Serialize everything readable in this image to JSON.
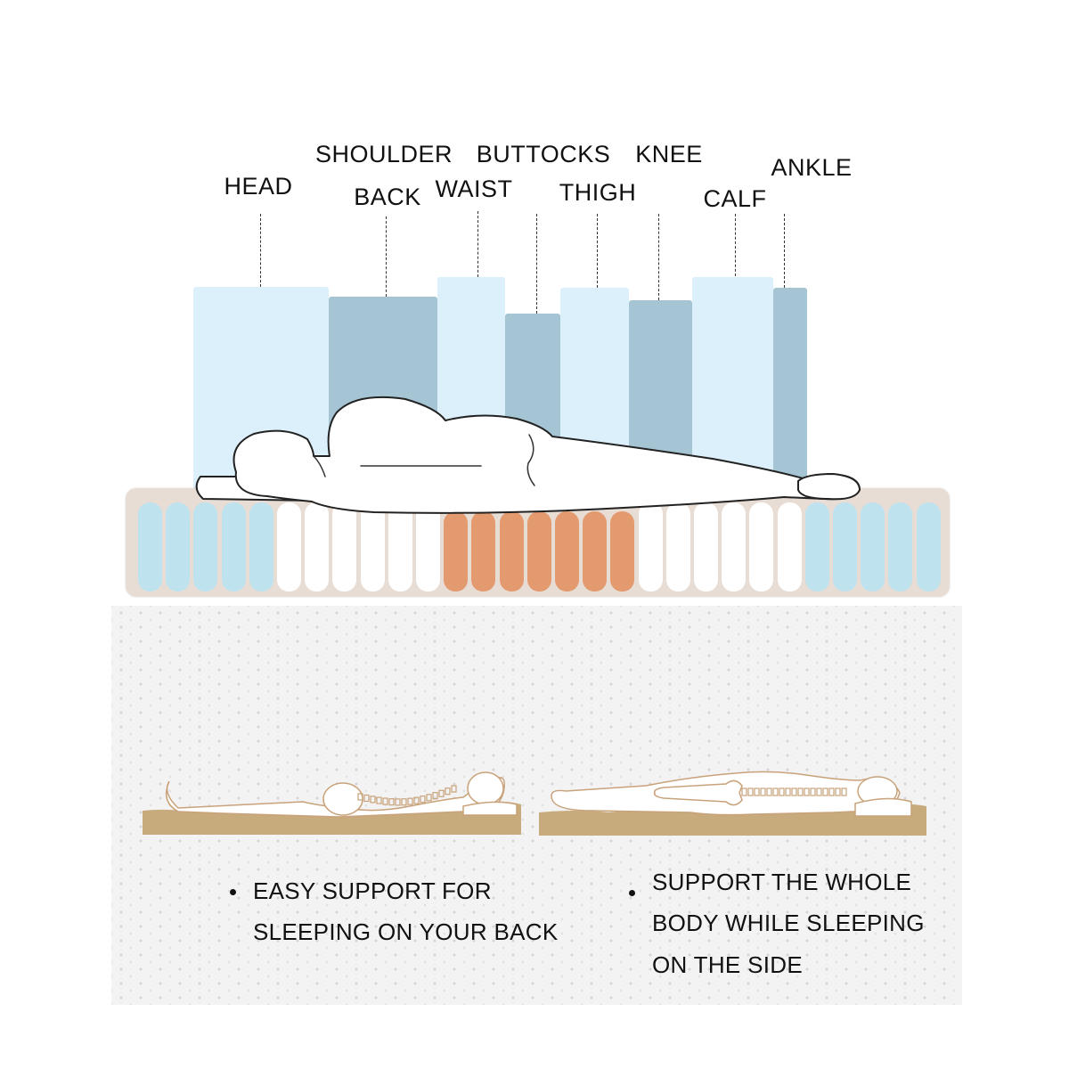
{
  "zones": [
    {
      "label": "HEAD"
    },
    {
      "label": "SHOULDER"
    },
    {
      "label": "BACK"
    },
    {
      "label": "BUTTOCKS"
    },
    {
      "label": "WAIST"
    },
    {
      "label": "THIGH"
    },
    {
      "label": "KNEE"
    },
    {
      "label": "CALF"
    },
    {
      "label": "ANKLE"
    }
  ],
  "captions": {
    "back": {
      "line1": "EASY SUPPORT FOR",
      "line2": "SLEEPING ON YOUR BACK"
    },
    "side": {
      "line1": "SUPPORT THE WHOLE",
      "line2": "BODY WHILE SLEEPING",
      "line3": "ON THE SIDE"
    }
  },
  "colors": {
    "zone_light": "#dcf0fb",
    "zone_dark": "#a6c5d4",
    "coil_blue": "#bfe2ef",
    "coil_orange": "#e29a6e",
    "mattress": "#e8ddd5",
    "foam": "#c8ab7d"
  }
}
